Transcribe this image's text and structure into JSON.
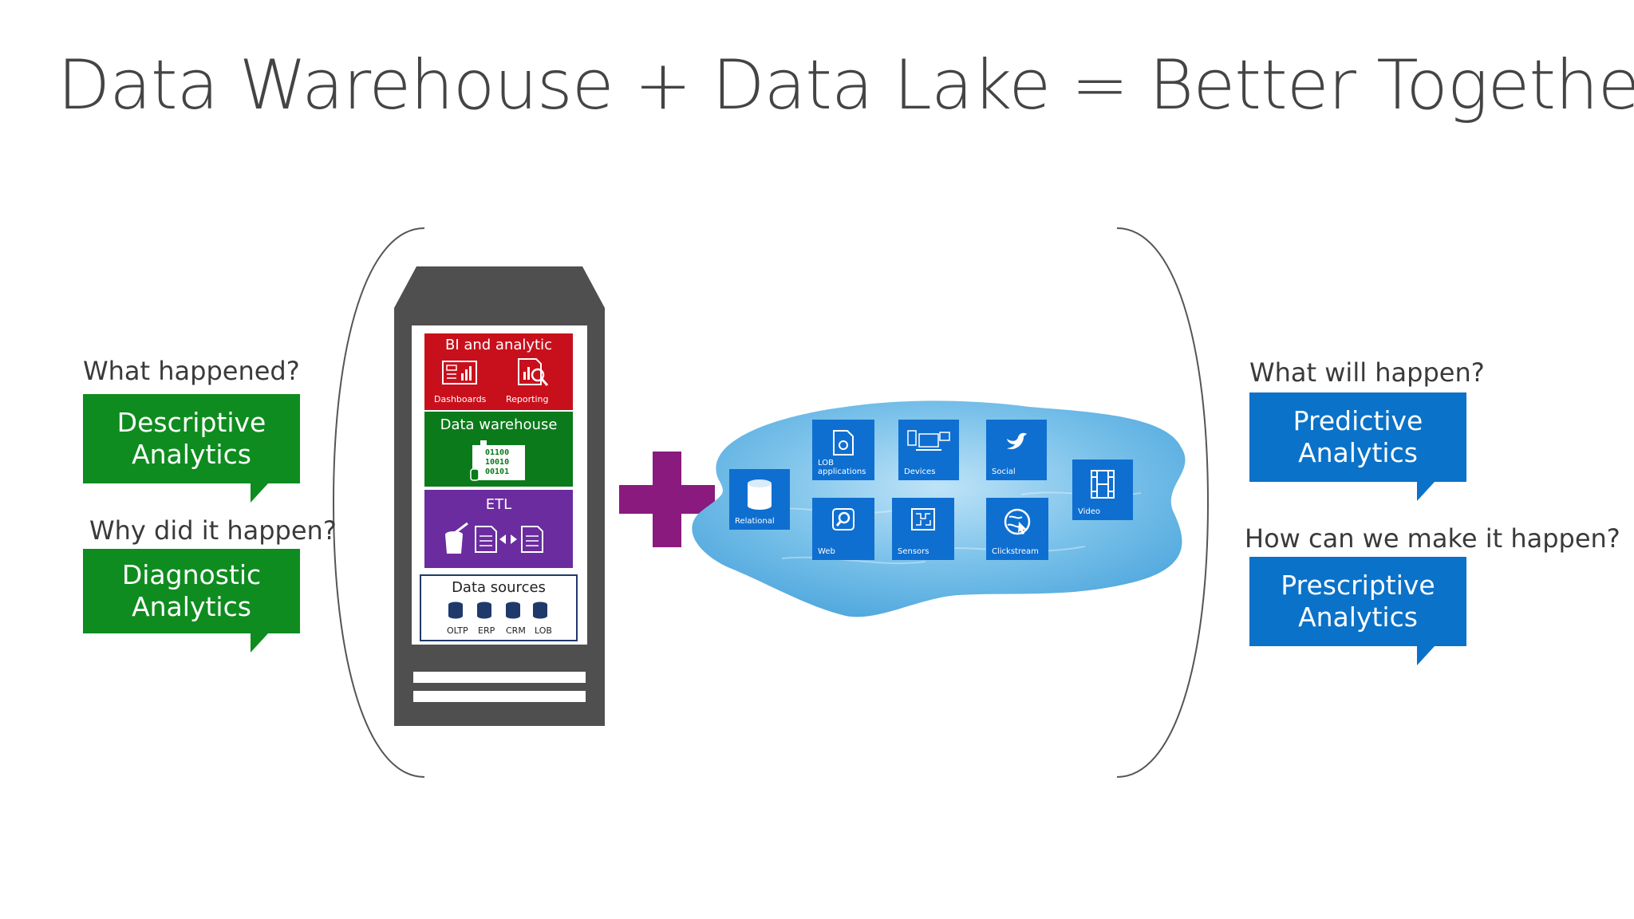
{
  "title": "Data Warehouse + Data Lake = Better Together",
  "left": [
    {
      "question": "What happened?",
      "label": "Descriptive\nAnalytics"
    },
    {
      "question": "Why did it happen?",
      "label": "Diagnostic\nAnalytics"
    }
  ],
  "right": [
    {
      "question": "What will happen?",
      "label": "Predictive\nAnalytics"
    },
    {
      "question": "How can we make it happen?",
      "label": "Prescriptive\nAnalytics"
    }
  ],
  "warehouse": {
    "bi": {
      "title": "BI and analytic",
      "items": [
        "Dashboards",
        "Reporting"
      ]
    },
    "dw": {
      "title": "Data warehouse",
      "binary": [
        "01100",
        "10010",
        "00101"
      ]
    },
    "etl": {
      "title": "ETL"
    },
    "sources": {
      "title": "Data sources",
      "items": [
        "OLTP",
        "ERP",
        "CRM",
        "LOB"
      ]
    }
  },
  "lake": {
    "tiles": [
      "Relational",
      "LOB\napplications",
      "Devices",
      "Social",
      "Video",
      "Web",
      "Sensors",
      "Clickstream"
    ]
  },
  "colors": {
    "green": "#0f8c1f",
    "blue": "#0a72c8",
    "tile": "#0f6fd0",
    "bi_red": "#c8101c",
    "dw_green": "#0b7a1b",
    "etl_purple": "#6a2c9f",
    "plus": "#8a1a7e",
    "server": "#4f4f4f"
  }
}
